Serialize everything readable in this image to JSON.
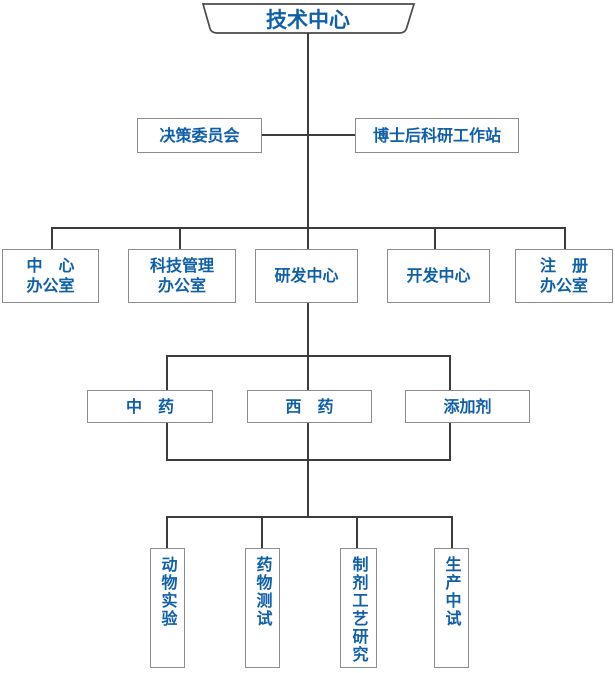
{
  "diagram": {
    "title": "技术中心",
    "root": {
      "label": "技术中心"
    },
    "level2": [
      {
        "label": "决策委员会"
      },
      {
        "label": "博士后科研工作站"
      }
    ],
    "level3": [
      {
        "label": "中　心\n办公室"
      },
      {
        "label": "科技管理\n办公室"
      },
      {
        "label": "研发中心"
      },
      {
        "label": "开发中心"
      },
      {
        "label": "注　册\n办公室"
      }
    ],
    "level4": [
      {
        "label": "中　药"
      },
      {
        "label": "西　药"
      },
      {
        "label": "添加剂"
      }
    ],
    "level5": [
      {
        "label": "动物实验"
      },
      {
        "label": "药物测试"
      },
      {
        "label": "制剂工艺研究"
      },
      {
        "label": "生产中试"
      }
    ],
    "colors": {
      "text_blue": "#0f60a8",
      "box_border": "#8c8c8c",
      "connector_line": "#3c3c3c",
      "background": "#ffffff"
    }
  }
}
